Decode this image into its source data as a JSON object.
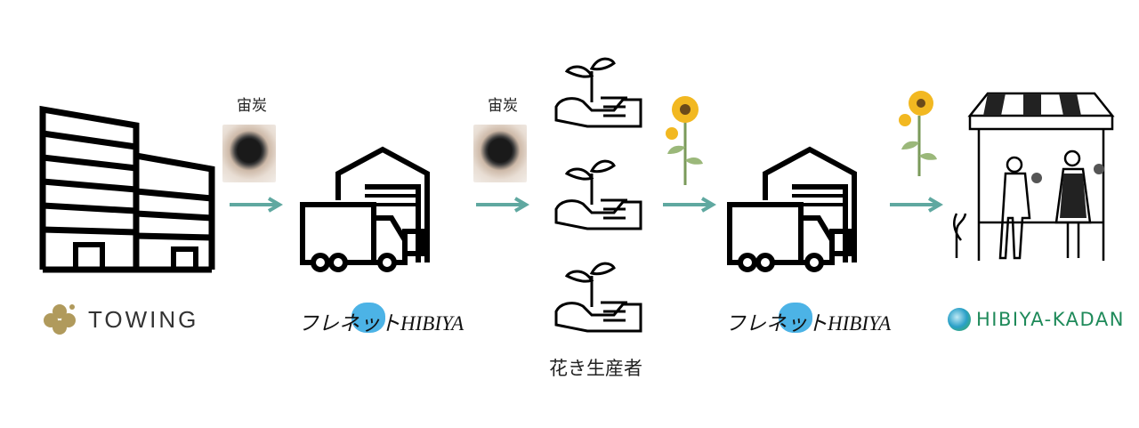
{
  "labels": {
    "charcoal_1": "宙炭",
    "charcoal_2": "宙炭",
    "growers": "花き生産者"
  },
  "logos": {
    "towing": "TOWING",
    "frenet_1": "フレネットHIBIYA",
    "frenet_2": "フレネットHIBIYA",
    "hibiya_kadan": "HIBIYA-KADAN"
  },
  "colors": {
    "arrow": "#5fa8a0",
    "towing_gold": "#b09a5c",
    "frenet_blue": "#4cb3e6",
    "kadan_green": "#1f8a5a"
  }
}
